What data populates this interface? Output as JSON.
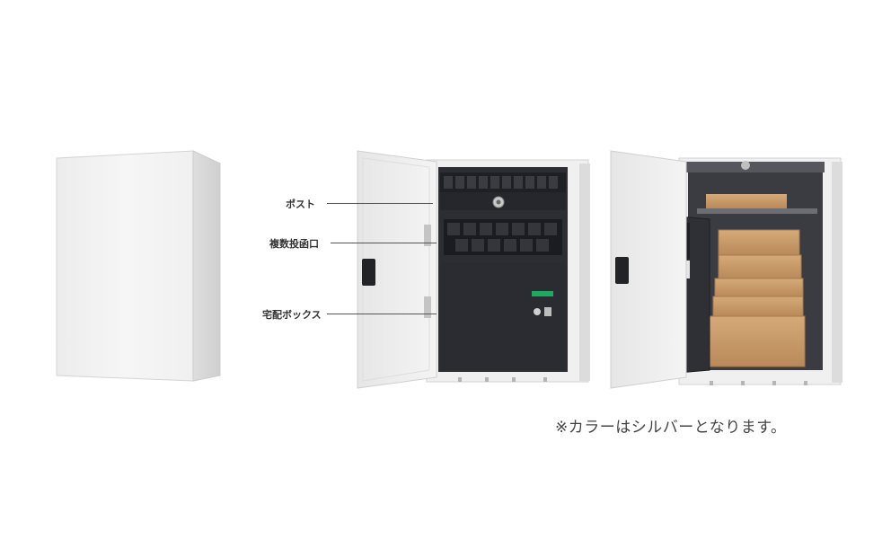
{
  "callouts": {
    "post": "ポスト",
    "multi_slot": "複数投函口",
    "delivery_box": "宅配ボックス"
  },
  "caption": "※カラーはシルバーとなります。",
  "colors": {
    "cabinet_white": "#f1f1f1",
    "panel_dark": "#2c2e33",
    "cardboard": "#c49a68",
    "indicator_green": "#1fa860"
  }
}
